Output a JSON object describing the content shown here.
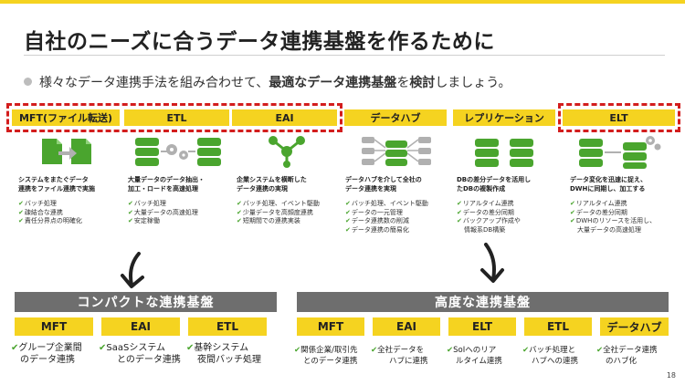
{
  "title": "自社のニーズに合うデータ連携基盤を作るために",
  "bullet": {
    "pre": "様々なデータ連携手法を組み合わせて、",
    "bold1": "最適な",
    "bold2": "データ連携基盤",
    "mid": "を",
    "bold3": "検討",
    "post": "しましょう。"
  },
  "tags": [
    "MFT(ファイル転送)",
    "ETL",
    "EAI",
    "データハブ",
    "レプリケーション",
    "ELT"
  ],
  "columns": [
    {
      "icon": "file-transfer-icon",
      "head": [
        "システムをまたぐデータ",
        "連携をファイル連携で実施"
      ],
      "items": [
        "バッチ処理",
        "疎結合な連携",
        "責任分界点の明確化"
      ]
    },
    {
      "icon": "database-transform-icon",
      "head": [
        "大量データのデータ抽出・",
        "加工・ロードを高速処理"
      ],
      "items": [
        "バッチ処理",
        "大量データの高速処理",
        "安定稼働"
      ]
    },
    {
      "icon": "hub-network-icon",
      "head": [
        "企業システムを横断した",
        "データ連携の実現"
      ],
      "items": [
        "バッチ処理、イベント駆動",
        "少量データを高頻度連携",
        "短期間での連携実装"
      ]
    },
    {
      "icon": "data-hub-icon",
      "head": [
        "データハブを介して全社の",
        "データ連携を実現"
      ],
      "items": [
        "バッチ処理、イベント駆動",
        "データの一元管理",
        "データ連携数の削減",
        "データ連携の簡易化"
      ]
    },
    {
      "icon": "replication-icon",
      "head": [
        "DBの差分データを活用し",
        "たDBの複製作成"
      ],
      "items": [
        "リアルタイム連携",
        "データの差分同期",
        "バックアップ作成や",
        "情報系DB構築"
      ]
    },
    {
      "icon": "elt-icon",
      "head": [
        "データ変化を迅速に捉え、",
        "DWHに同期し、加工する"
      ],
      "items": [
        "リアルタイム連携",
        "データの差分同期",
        "DWHのリソースを活用し、",
        "大量データの高速処理"
      ]
    }
  ],
  "compact": {
    "title": "コンパクトな連携基盤",
    "tags": [
      "MFT",
      "EAI",
      "ETL"
    ],
    "notes": [
      [
        "グループ企業間",
        "のデータ連携"
      ],
      [
        "SaaSシステム",
        "とのデータ連携"
      ],
      [
        "基幹システム",
        "夜間バッチ処理"
      ]
    ]
  },
  "advanced": {
    "title": "高度な連携基盤",
    "tags": [
      "MFT",
      "EAI",
      "ELT",
      "ETL",
      "データハブ"
    ],
    "notes": [
      [
        "関係企業/取引先",
        "とのデータ連携"
      ],
      [
        "全社データを",
        "ハブに連携"
      ],
      [
        "SoIへのリア",
        "ルタイム連携"
      ],
      [
        "バッチ処理と",
        "ハブへの連携"
      ],
      [
        "全社データ連携",
        "のハブ化"
      ]
    ]
  },
  "page_number": "18",
  "colors": {
    "accent": "#f5d320",
    "dash": "#d31d1d",
    "green": "#4aa52e",
    "gray_bar": "#6e6e6e",
    "icon_gray": "#b0b0b0"
  }
}
